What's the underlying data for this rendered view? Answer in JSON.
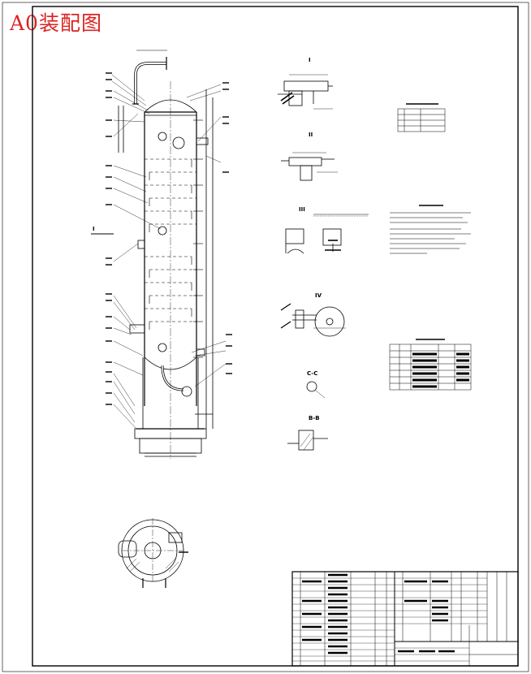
{
  "drawing": {
    "title": "A0装配图"
  },
  "views": {
    "detail_1": {
      "label": "I"
    },
    "detail_2": {
      "label": "II"
    },
    "detail_3": {
      "label": "III"
    },
    "detail_4": {
      "label": "IV"
    },
    "section_cc": {
      "label": "C-C"
    },
    "section_bb": {
      "label": "B-B"
    },
    "main_view_mark": {
      "label": "I"
    }
  }
}
